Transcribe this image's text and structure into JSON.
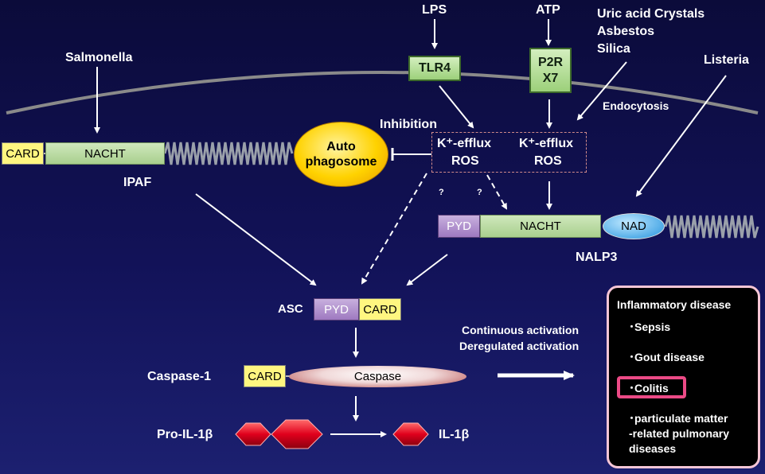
{
  "stimuli": {
    "lps": "LPS",
    "atp": "ATP",
    "crystals": [
      "Uric acid Crystals",
      "Asbestos",
      "Silica"
    ],
    "salmonella": "Salmonella",
    "listeria": "Listeria"
  },
  "receptors": {
    "tlr4": "TLR4",
    "p2r_line1": "P2R",
    "p2r_line2": "X7"
  },
  "labels": {
    "endocytosis": "Endocytosis",
    "inhibition": "Inhibition",
    "question": "?",
    "ipaf": "IPAF",
    "nalp3": "NALP3",
    "asc": "ASC",
    "caspase1": "Caspase-1",
    "pro_il1b": "Pro-IL-1β",
    "il1b": "IL-1β",
    "continuous": "Continuous activation",
    "deregulated": "Deregulated activation"
  },
  "autophagosome": {
    "line1": "Auto",
    "line2": "phagosome"
  },
  "efflux": {
    "left_line1": "K⁺-efflux",
    "left_line2": "ROS",
    "right_line1": "K⁺-efflux",
    "right_line2": "ROS"
  },
  "domains": {
    "card": "CARD",
    "nacht": "NACHT",
    "pyd": "PYD",
    "nad": "NAD",
    "caspase": "Caspase"
  },
  "disease_panel": {
    "title": "Inflammatory disease",
    "items": [
      "･Sepsis",
      "･Gout disease",
      "･Colitis",
      "･particulate matter",
      "-related pulmonary",
      "diseases"
    ]
  },
  "colors": {
    "background": "#121258",
    "domain_green": "#a9cf8e",
    "card_yellow": "#fff680",
    "pyd_purple": "#9e79c0",
    "nad_blue": "#4aa8e6",
    "autophagosome": "#ffd200",
    "hexagon_red": "#e0001c",
    "panel_border": "#f6c6d6",
    "highlight_pink": "#ec4a86"
  }
}
